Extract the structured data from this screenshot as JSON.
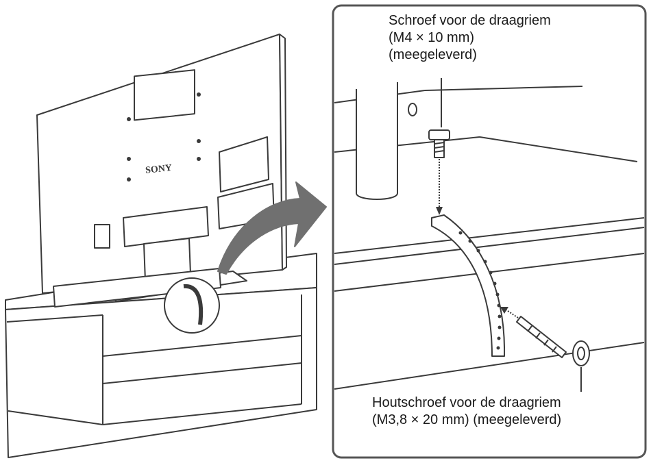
{
  "callouts": {
    "top_screw": {
      "line1": "Schroef voor de draagriem",
      "line2": "(M4 × 10 mm)",
      "line3": "(meegeleverd)"
    },
    "wood_screw": {
      "line1": "Houtschroef voor de draagriem",
      "line2": "(M3,8 × 20 mm) (meegeleverd)"
    }
  },
  "tv_brand": "SONY",
  "colors": {
    "ink": "#1a1a1a",
    "line": "#3a3a3a",
    "panel_border": "#555555",
    "arrow": "#707070",
    "fill": "#ffffff"
  }
}
